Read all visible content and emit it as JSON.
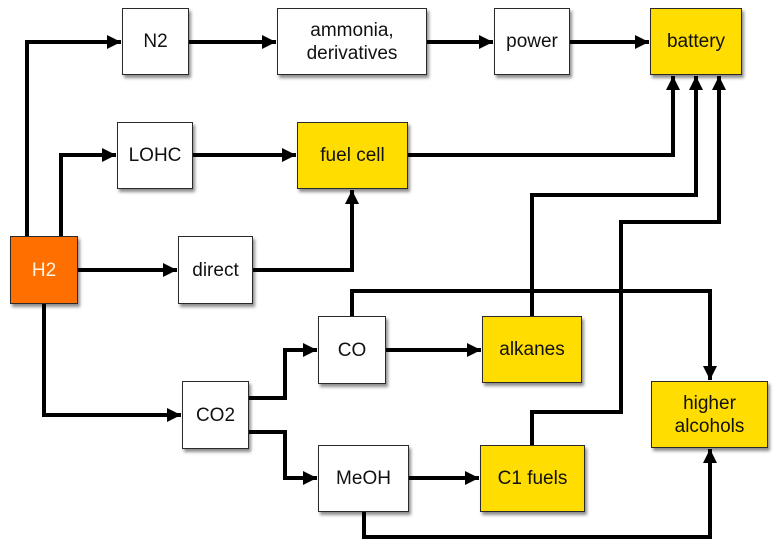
{
  "colors": {
    "source": "#ff6f00",
    "end_use": "#ffdd00",
    "intermediate": "#ffffff",
    "edge": "#000000"
  },
  "nodes": {
    "h2": {
      "label": "H2",
      "kind": "source"
    },
    "n2": {
      "label": "N2",
      "kind": "intermediate"
    },
    "ammonia": {
      "label": "ammonia,\nderivatives",
      "kind": "intermediate"
    },
    "power": {
      "label": "power",
      "kind": "intermediate"
    },
    "battery": {
      "label": "battery",
      "kind": "end_use"
    },
    "lohc": {
      "label": "LOHC",
      "kind": "intermediate"
    },
    "fuel_cell": {
      "label": "fuel cell",
      "kind": "end_use"
    },
    "direct": {
      "label": "direct",
      "kind": "intermediate"
    },
    "co2": {
      "label": "CO2",
      "kind": "intermediate"
    },
    "co": {
      "label": "CO",
      "kind": "intermediate"
    },
    "alkanes": {
      "label": "alkanes",
      "kind": "end_use"
    },
    "meoh": {
      "label": "MeOH",
      "kind": "intermediate"
    },
    "c1_fuels": {
      "label": "C1 fuels",
      "kind": "end_use"
    },
    "higher_alcohols": {
      "label": "higher\nalcohols",
      "kind": "end_use"
    }
  },
  "edges": [
    {
      "from": "H2",
      "to": "N2"
    },
    {
      "from": "N2",
      "to": "ammonia, derivatives"
    },
    {
      "from": "ammonia, derivatives",
      "to": "power"
    },
    {
      "from": "power",
      "to": "battery"
    },
    {
      "from": "H2",
      "to": "LOHC"
    },
    {
      "from": "LOHC",
      "to": "fuel cell"
    },
    {
      "from": "fuel cell",
      "to": "battery"
    },
    {
      "from": "H2",
      "to": "direct"
    },
    {
      "from": "direct",
      "to": "fuel cell"
    },
    {
      "from": "H2",
      "to": "CO2"
    },
    {
      "from": "CO2",
      "to": "CO"
    },
    {
      "from": "CO2",
      "to": "MeOH"
    },
    {
      "from": "CO",
      "to": "alkanes"
    },
    {
      "from": "CO",
      "to": "higher alcohols"
    },
    {
      "from": "alkanes",
      "to": "battery"
    },
    {
      "from": "MeOH",
      "to": "C1 fuels"
    },
    {
      "from": "MeOH",
      "to": "higher alcohols"
    },
    {
      "from": "C1 fuels",
      "to": "battery"
    }
  ]
}
